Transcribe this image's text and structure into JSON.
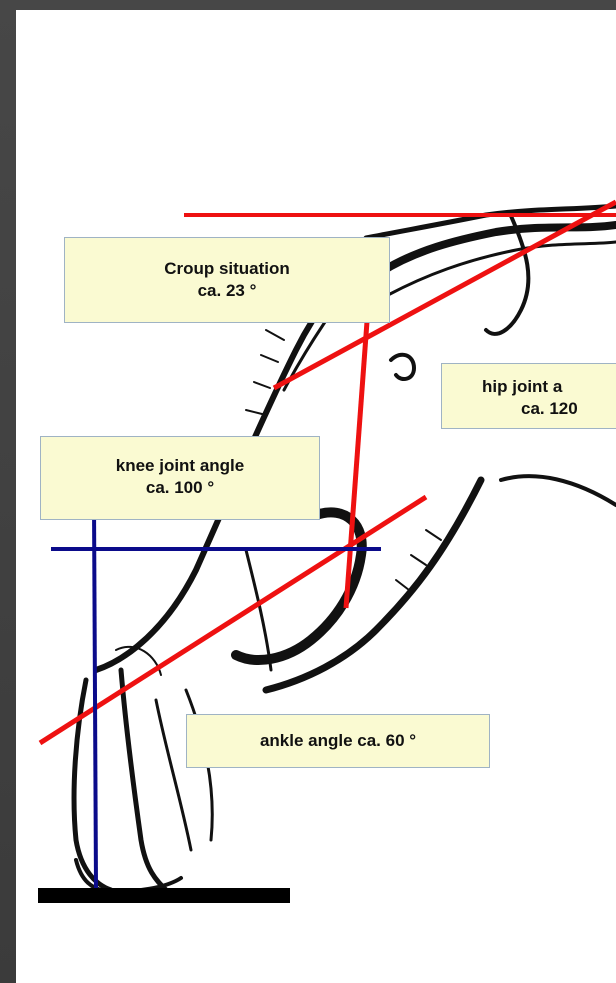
{
  "labels": {
    "croup": {
      "title": "Croup situation",
      "value": "ca.  23 °"
    },
    "hip": {
      "title": "hip joint a",
      "value": "ca. 120"
    },
    "knee": {
      "title": "knee joint angle",
      "value": "ca. 100 °"
    },
    "ankle": {
      "title": "ankle angle  ca. 60 °"
    }
  },
  "colors": {
    "angle_line": "#ee1111",
    "reference_line": "#0b0b8a",
    "ground": "#000000",
    "label_fill": "#fafad2"
  },
  "icons": [
    "dog-hind-leg-sketch"
  ]
}
